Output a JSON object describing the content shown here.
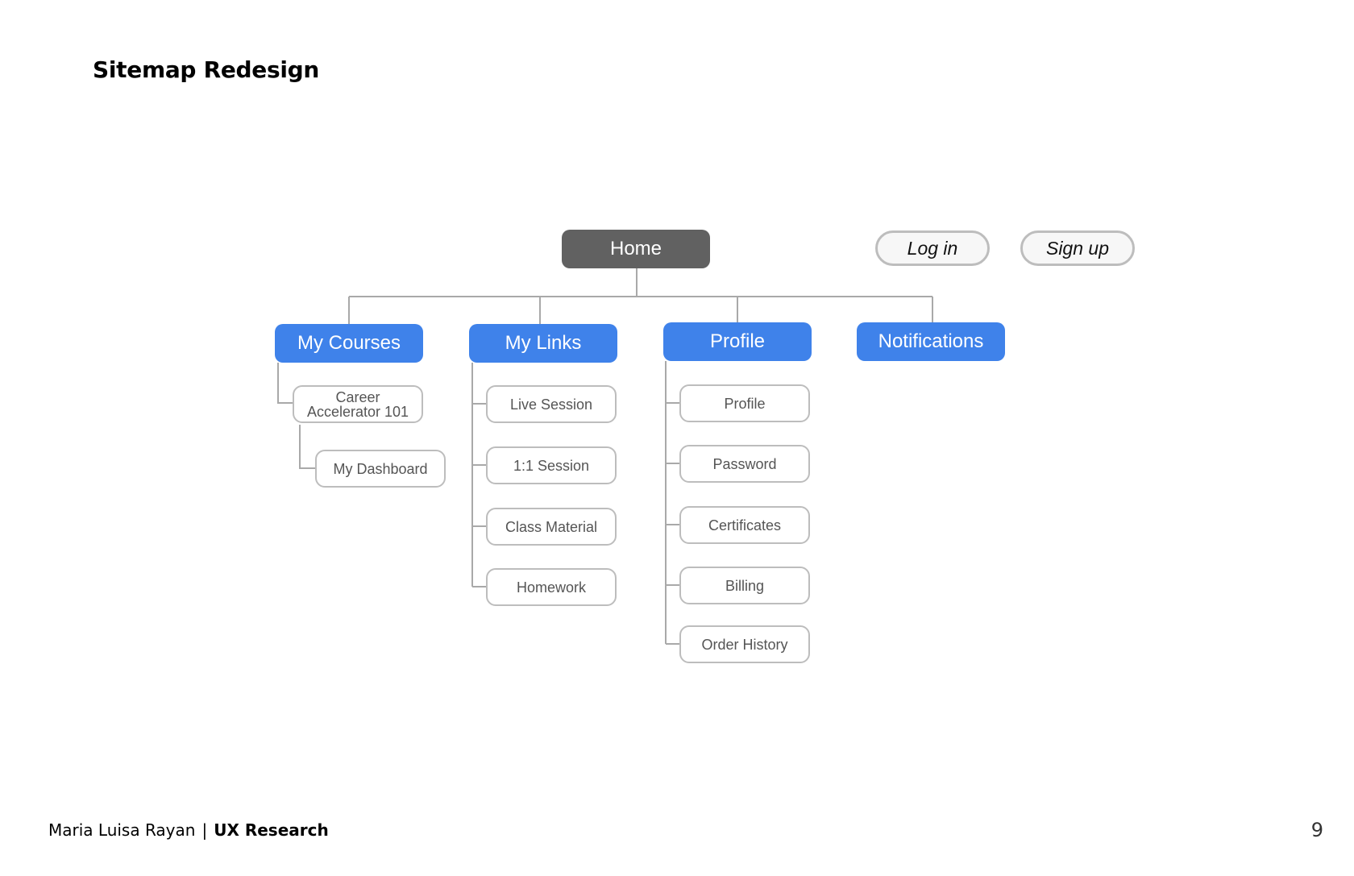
{
  "header": {
    "title": "Sitemap Redesign"
  },
  "sitemap": {
    "root": "Home",
    "auth": {
      "login": "Log in",
      "signup": "Sign up"
    },
    "sections": {
      "my_courses": {
        "label": "My Courses",
        "children": [
          "Career Accelerator 101",
          "My Dashboard"
        ]
      },
      "my_links": {
        "label": "My Links",
        "children": [
          "Live Session",
          "1:1 Session",
          "Class Material",
          "Homework"
        ]
      },
      "profile": {
        "label": "Profile",
        "children": [
          "Profile",
          "Password",
          "Certificates",
          "Billing",
          "Order History"
        ]
      },
      "notifications": {
        "label": "Notifications"
      }
    },
    "colors": {
      "root": "#616161",
      "section": "#3f82ea",
      "connector": "#a9a9a9",
      "sub_border": "#bdbdbd"
    }
  },
  "footer": {
    "author": "Maria Luisa Rayan",
    "separator": "|",
    "topic": "UX Research",
    "page_number": "9"
  }
}
